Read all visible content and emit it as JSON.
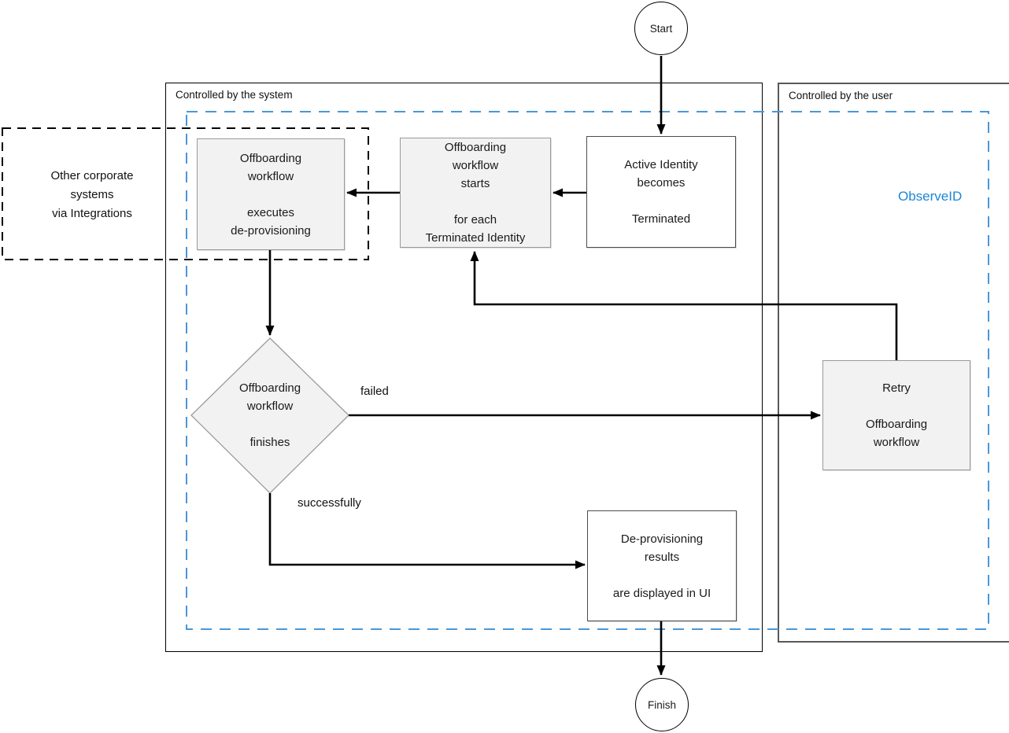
{
  "diagram": {
    "terminators": {
      "start": "Start",
      "finish": "Finish"
    },
    "containers": {
      "system": {
        "label": "Controlled by the system"
      },
      "user": {
        "label": "Controlled by the user"
      },
      "observeid": {
        "label": "ObserveID"
      },
      "integrations": {
        "lines": [
          "Other corporate",
          "systems",
          "via Integrations"
        ]
      }
    },
    "nodes": {
      "workflow_executes": {
        "lines": [
          "Offboarding",
          "workflow",
          "",
          "executes",
          "de-provisioning"
        ]
      },
      "workflow_starts": {
        "lines": [
          "Offboarding",
          "workflow",
          "starts",
          "",
          "for each",
          "Terminated Identity"
        ]
      },
      "active_identity": {
        "lines": [
          "Active Identity",
          "becomes",
          "",
          "Terminated"
        ]
      },
      "workflow_finishes": {
        "lines": [
          "Offboarding",
          "workflow",
          "",
          "finishes"
        ]
      },
      "retry": {
        "lines": [
          "Retry",
          "",
          "Offboarding",
          "workflow"
        ]
      },
      "results": {
        "lines": [
          "De-provisioning",
          "results",
          "",
          "are displayed in UI"
        ]
      }
    },
    "edge_labels": {
      "failed": "failed",
      "successfully": "successfully"
    },
    "colors": {
      "connector": "#000000",
      "node_fill": "#f2f2f2",
      "black_dash": "#000000",
      "blue_dash": "#4a97d6",
      "observeid_text": "#1e86d6"
    }
  }
}
